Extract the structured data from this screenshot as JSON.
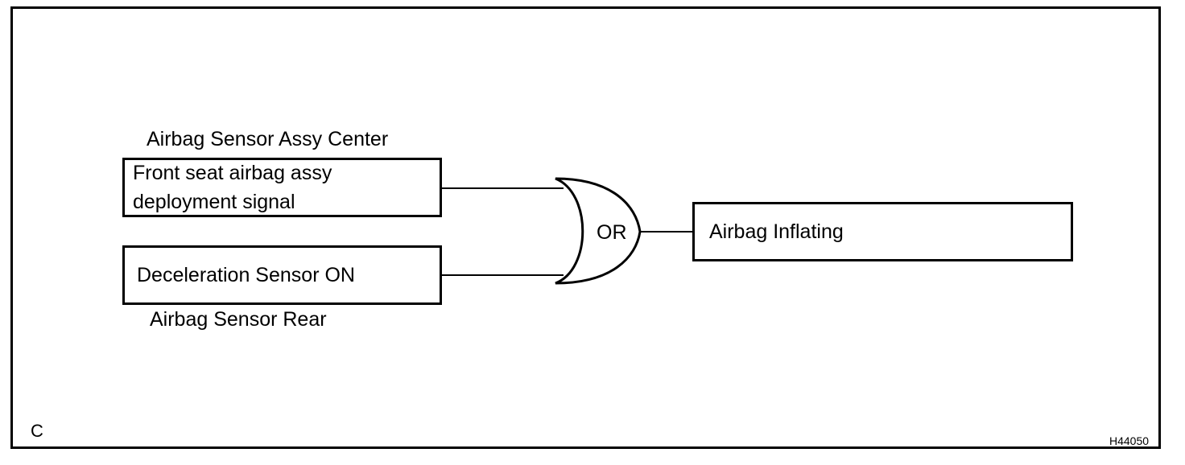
{
  "diagram": {
    "gate_type": "OR",
    "inputs": [
      {
        "group_label": "Airbag Sensor Assy Center",
        "lines": [
          "Front seat airbag assy",
          "deployment signal"
        ]
      },
      {
        "group_label": "Airbag Sensor Rear",
        "lines": [
          "Deceleration Sensor ON"
        ]
      }
    ],
    "output": {
      "text": "Airbag Inflating"
    },
    "corner_letter": "C",
    "figure_id": "H44050"
  }
}
